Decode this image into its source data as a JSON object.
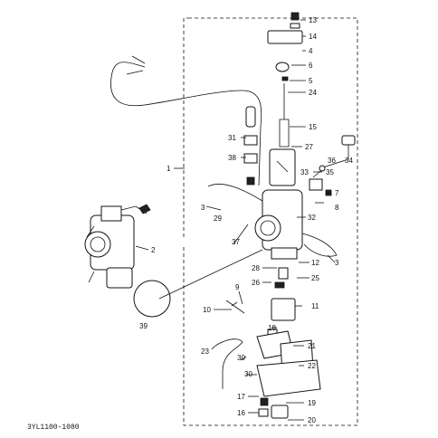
{
  "diagram": {
    "code": "3YL1100-1080",
    "callouts": [
      {
        "key": "c13",
        "label": "13"
      },
      {
        "key": "c14",
        "label": "14"
      },
      {
        "key": "c4",
        "label": "4"
      },
      {
        "key": "c6",
        "label": "6"
      },
      {
        "key": "c5",
        "label": "5"
      },
      {
        "key": "c24",
        "label": "24"
      },
      {
        "key": "c15",
        "label": "15"
      },
      {
        "key": "c31",
        "label": "31"
      },
      {
        "key": "c27",
        "label": "27"
      },
      {
        "key": "c38",
        "label": "38"
      },
      {
        "key": "c36",
        "label": "36"
      },
      {
        "key": "c34",
        "label": "34"
      },
      {
        "key": "c33",
        "label": "33"
      },
      {
        "key": "c35",
        "label": "35"
      },
      {
        "key": "c1",
        "label": "1"
      },
      {
        "key": "c7",
        "label": "7"
      },
      {
        "key": "c8",
        "label": "8"
      },
      {
        "key": "c3a",
        "label": "3"
      },
      {
        "key": "c29",
        "label": "29"
      },
      {
        "key": "c32",
        "label": "32"
      },
      {
        "key": "c37",
        "label": "37"
      },
      {
        "key": "c2",
        "label": "2"
      },
      {
        "key": "c3b",
        "label": "3"
      },
      {
        "key": "c12",
        "label": "12"
      },
      {
        "key": "c28",
        "label": "28"
      },
      {
        "key": "c25",
        "label": "25"
      },
      {
        "key": "c26",
        "label": "26"
      },
      {
        "key": "c9",
        "label": "9"
      },
      {
        "key": "c11",
        "label": "11"
      },
      {
        "key": "c10",
        "label": "10"
      },
      {
        "key": "c39",
        "label": "39"
      },
      {
        "key": "c18",
        "label": "18"
      },
      {
        "key": "c23",
        "label": "23"
      },
      {
        "key": "c21",
        "label": "21"
      },
      {
        "key": "c30a",
        "label": "30"
      },
      {
        "key": "c22",
        "label": "22"
      },
      {
        "key": "c30b",
        "label": "30"
      },
      {
        "key": "c17",
        "label": "17"
      },
      {
        "key": "c19",
        "label": "19"
      },
      {
        "key": "c16",
        "label": "16"
      },
      {
        "key": "c20",
        "label": "20"
      }
    ]
  }
}
